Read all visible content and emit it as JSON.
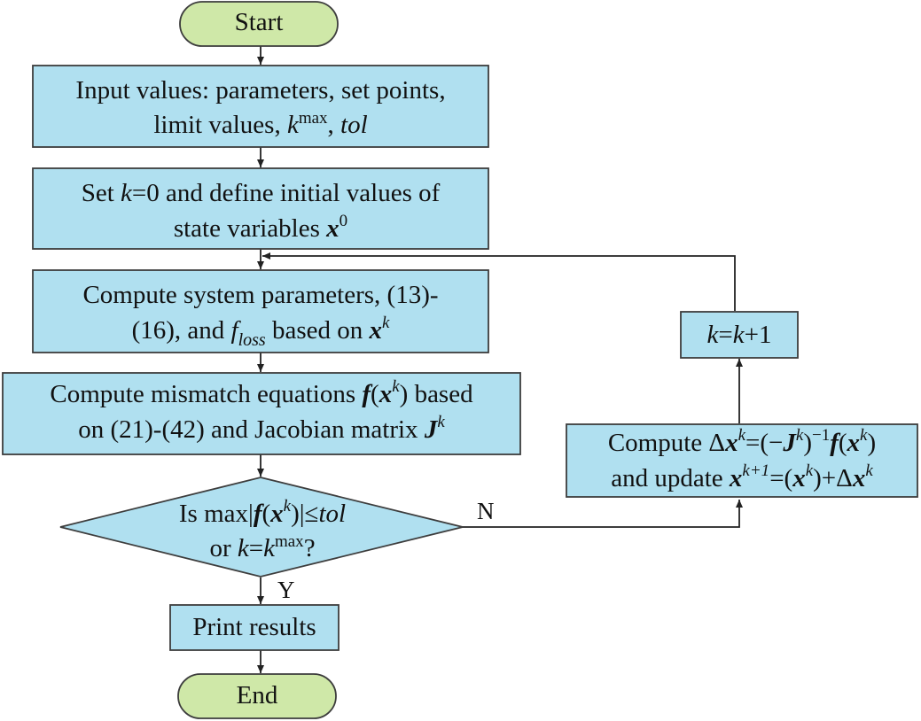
{
  "flowchart": {
    "start": "Start",
    "end": "End",
    "input": {
      "line1": "Input values: parameters, set points,",
      "line2_pre": "limit values, ",
      "k": "k",
      "max": "max",
      "sep": ", ",
      "tol": "tol"
    },
    "init": {
      "line1_pre": "Set ",
      "k": "k",
      "line1_post": "=0 and define initial values of",
      "line2_pre": "state variables ",
      "x": "x",
      "zero": "0"
    },
    "compute_sys": {
      "line1": "Compute system parameters, (13)-",
      "line2_pre": "(16), and ",
      "f": "f",
      "loss": "loss",
      "line2_mid": " based on ",
      "x": "x",
      "k": "k"
    },
    "mismatch": {
      "line1_pre": "Compute mismatch equations ",
      "f": "f",
      "paren_open": "(",
      "x": "x",
      "k": "k",
      "line1_post": ") based",
      "line2_pre": "on (21)-(42) and Jacobian matrix ",
      "J": "J",
      "Jk": "k"
    },
    "decision": {
      "line1_pre": "Is max|",
      "f": "f",
      "paren_open": "(",
      "x": "x",
      "k": "k",
      "line1_mid": ")|≤",
      "tol": "tol",
      "line2_pre": "or ",
      "k1": "k",
      "eq": "=",
      "k2": "k",
      "max": "max",
      "q": "?"
    },
    "print": "Print results",
    "update": {
      "line1_pre": "Compute Δ",
      "x1": "x",
      "k1": "k",
      "eq1": "=(−",
      "J": "J",
      "k2": "k",
      "paren_close": ")",
      "inv": "−1",
      "f": "f",
      "paren_open": "(",
      "x2": "x",
      "k3": "k",
      "close": ")",
      "line2_pre": "and update ",
      "x3": "x",
      "kp1": "k+1",
      "eq2": "=(",
      "x4": "x",
      "k4": "k",
      "plus": ")+Δ",
      "x5": "x",
      "k5": "k"
    },
    "increment": {
      "k1": "k",
      "eq": "=",
      "k2": "k",
      "plus": "+1"
    },
    "label_no": "N",
    "label_yes": "Y"
  },
  "colors": {
    "process_fill": "#b0e0f0",
    "terminal_fill": "#cfe8a8",
    "stroke": "#3d3d3d"
  }
}
